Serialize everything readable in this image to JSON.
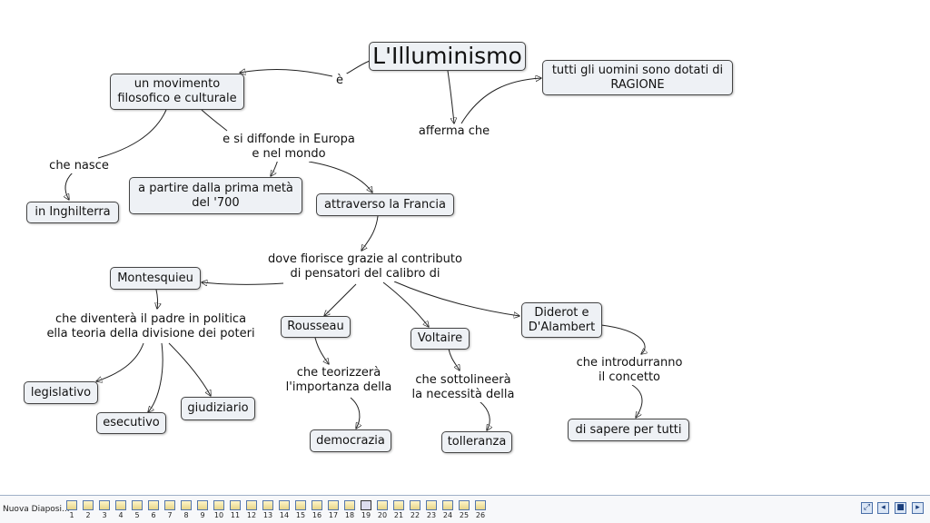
{
  "map": {
    "title": "L'Illuminismo",
    "nodes": {
      "movimento": "un movimento\nfilosofico e culturale",
      "ragione": "tutti gli uomini sono dotati di\nRAGIONE",
      "inghilterra": "in Inghilterra",
      "settecento": "a partire dalla prima metà\ndel '700",
      "francia": "attraverso la Francia",
      "montesquieu": "Montesquieu",
      "rousseau": "Rousseau",
      "voltaire": "Voltaire",
      "diderot": "Diderot e\nD'Alambert",
      "legislativo": "legislativo",
      "esecutivo": "esecutivo",
      "giudiziario": "giudiziario",
      "democrazia": "democrazia",
      "tolleranza": "tolleranza",
      "sapere": "di sapere per tutti"
    },
    "links": {
      "e": "è",
      "afferma": "afferma che",
      "nasce": "che nasce",
      "diffonde": "e si diffonde in Europa\ne nel mondo",
      "fiorisce": "dove fiorisce grazie al contributo\ndi pensatori del calibro di",
      "padre": "che diventerà il padre in politica\nella teoria della divisione dei poteri",
      "teorizzera": "che teorizzerà\nl'importanza della",
      "sottolineera": "che sottolineerà\nla necessità della",
      "introdurranno": "che introdurranno\nil concetto"
    }
  },
  "bottombar": {
    "slide_label": "Nuova Diaposi...",
    "slides": [
      "1",
      "2",
      "3",
      "4",
      "5",
      "6",
      "7",
      "8",
      "9",
      "10",
      "11",
      "12",
      "13",
      "14",
      "15",
      "16",
      "17",
      "18",
      "19",
      "20",
      "21",
      "22",
      "23",
      "24",
      "25",
      "26"
    ],
    "active_slide": "19",
    "controls": [
      "fit-icon",
      "previous-icon",
      "stop-icon",
      "next-icon"
    ]
  }
}
